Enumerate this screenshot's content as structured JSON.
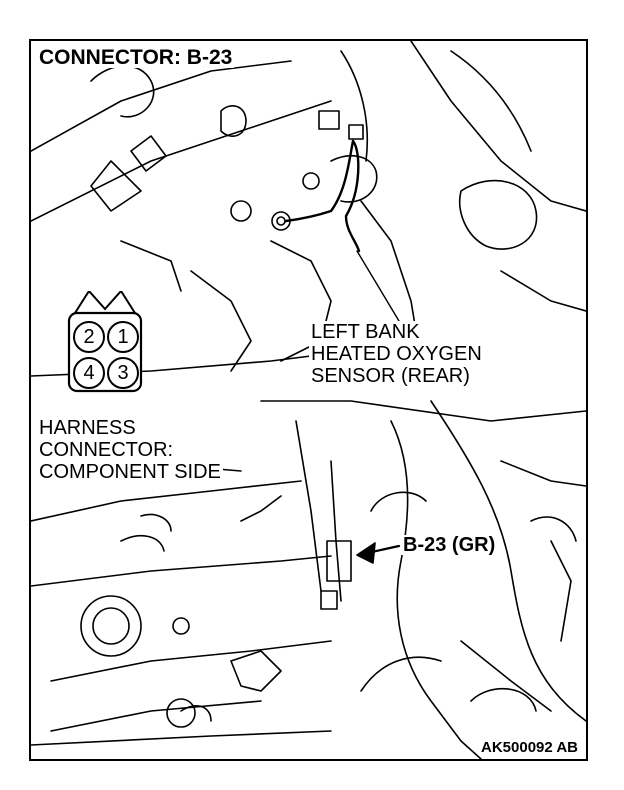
{
  "title": "CONNECTOR: B-23",
  "callout_lines": [
    "LEFT BANK",
    "HEATED OXYGEN",
    "SENSOR (REAR)"
  ],
  "harness_lines": [
    "HARNESS",
    "CONNECTOR:",
    "COMPONENT SIDE"
  ],
  "connector_label": "B-23 (GR)",
  "pins": [
    "2",
    "1",
    "4",
    "3"
  ],
  "reference_code": "AK500092 AB",
  "icons": [
    "connector-face-icon",
    "arrow-left-icon",
    "engine-illustration"
  ]
}
